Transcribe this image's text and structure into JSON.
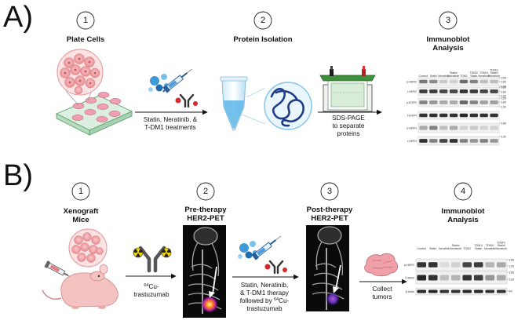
{
  "panel_a": {
    "letter": "A)",
    "steps": [
      {
        "num": "1",
        "title": "Plate Cells"
      },
      {
        "num": "2",
        "title": "Protein Isolation"
      },
      {
        "num": "3",
        "title_lines": [
          "Immunoblot",
          "Analysis"
        ]
      }
    ],
    "treatment_caption": [
      "Statin, Neratinib, &",
      "T-DM1 treatments"
    ],
    "sds_caption": [
      "SDS-PAGE",
      "to separate",
      "proteins"
    ],
    "blot": {
      "lanes": [
        "Control",
        "Statin",
        "Neratinib",
        "Statin/ Neratinib",
        "TDM1",
        "TDM1/ Statin",
        "TDM1/ Neratinib",
        "TDM1/ Statin/ Neratinib"
      ],
      "rows": [
        "p-HER2",
        "t-HER2",
        "p-EGFR",
        "t-EGFR",
        "p-HER3",
        "t-HER3"
      ],
      "markers": [
        "235",
        "180",
        "130",
        "235",
        "180",
        "130",
        "235",
        "180",
        "130",
        "180",
        "130"
      ]
    }
  },
  "panel_b": {
    "letter": "B)",
    "steps": [
      {
        "num": "1",
        "title_lines": [
          "Xenograft",
          "Mice"
        ]
      },
      {
        "num": "2",
        "title_lines": [
          "Pre-therapy",
          "HER2-PET"
        ]
      },
      {
        "num": "3",
        "title_lines": [
          "Post-therapy",
          "HER2-PET"
        ]
      },
      {
        "num": "4",
        "title_lines": [
          "Immunoblot",
          "Analysis"
        ]
      }
    ],
    "tracer_caption": [
      "64",
      "Cu-",
      "trastuzumab"
    ],
    "therapy_caption": [
      "Statin, Neratinib,",
      "& T-DM1 therapy",
      "followed by ",
      "64",
      "Cu-",
      "trastuzumab"
    ],
    "collect_caption": [
      "Collect",
      "tumors"
    ],
    "blot": {
      "lanes": [
        "Control",
        "Statin",
        "Neratinib",
        "Statin/ Neratinib",
        "TDM1",
        "TDM1/ Statin",
        "TDM1/ Neratinib",
        "TDM1/ Statin/ Neratinib"
      ],
      "rows": [
        "p-HER2",
        "t-HER2",
        "β-Actin"
      ],
      "markers": [
        "180",
        "130",
        "180",
        "130",
        "40"
      ]
    }
  },
  "colors": {
    "cell_pink": "#f2a7a9",
    "dish_green": "#3f8f3e",
    "antibody_gray": "#555555",
    "radiation_yellow": "#f2d600",
    "brain_pink": "#f0a0a8",
    "pet_hot": "#ff5a10"
  }
}
